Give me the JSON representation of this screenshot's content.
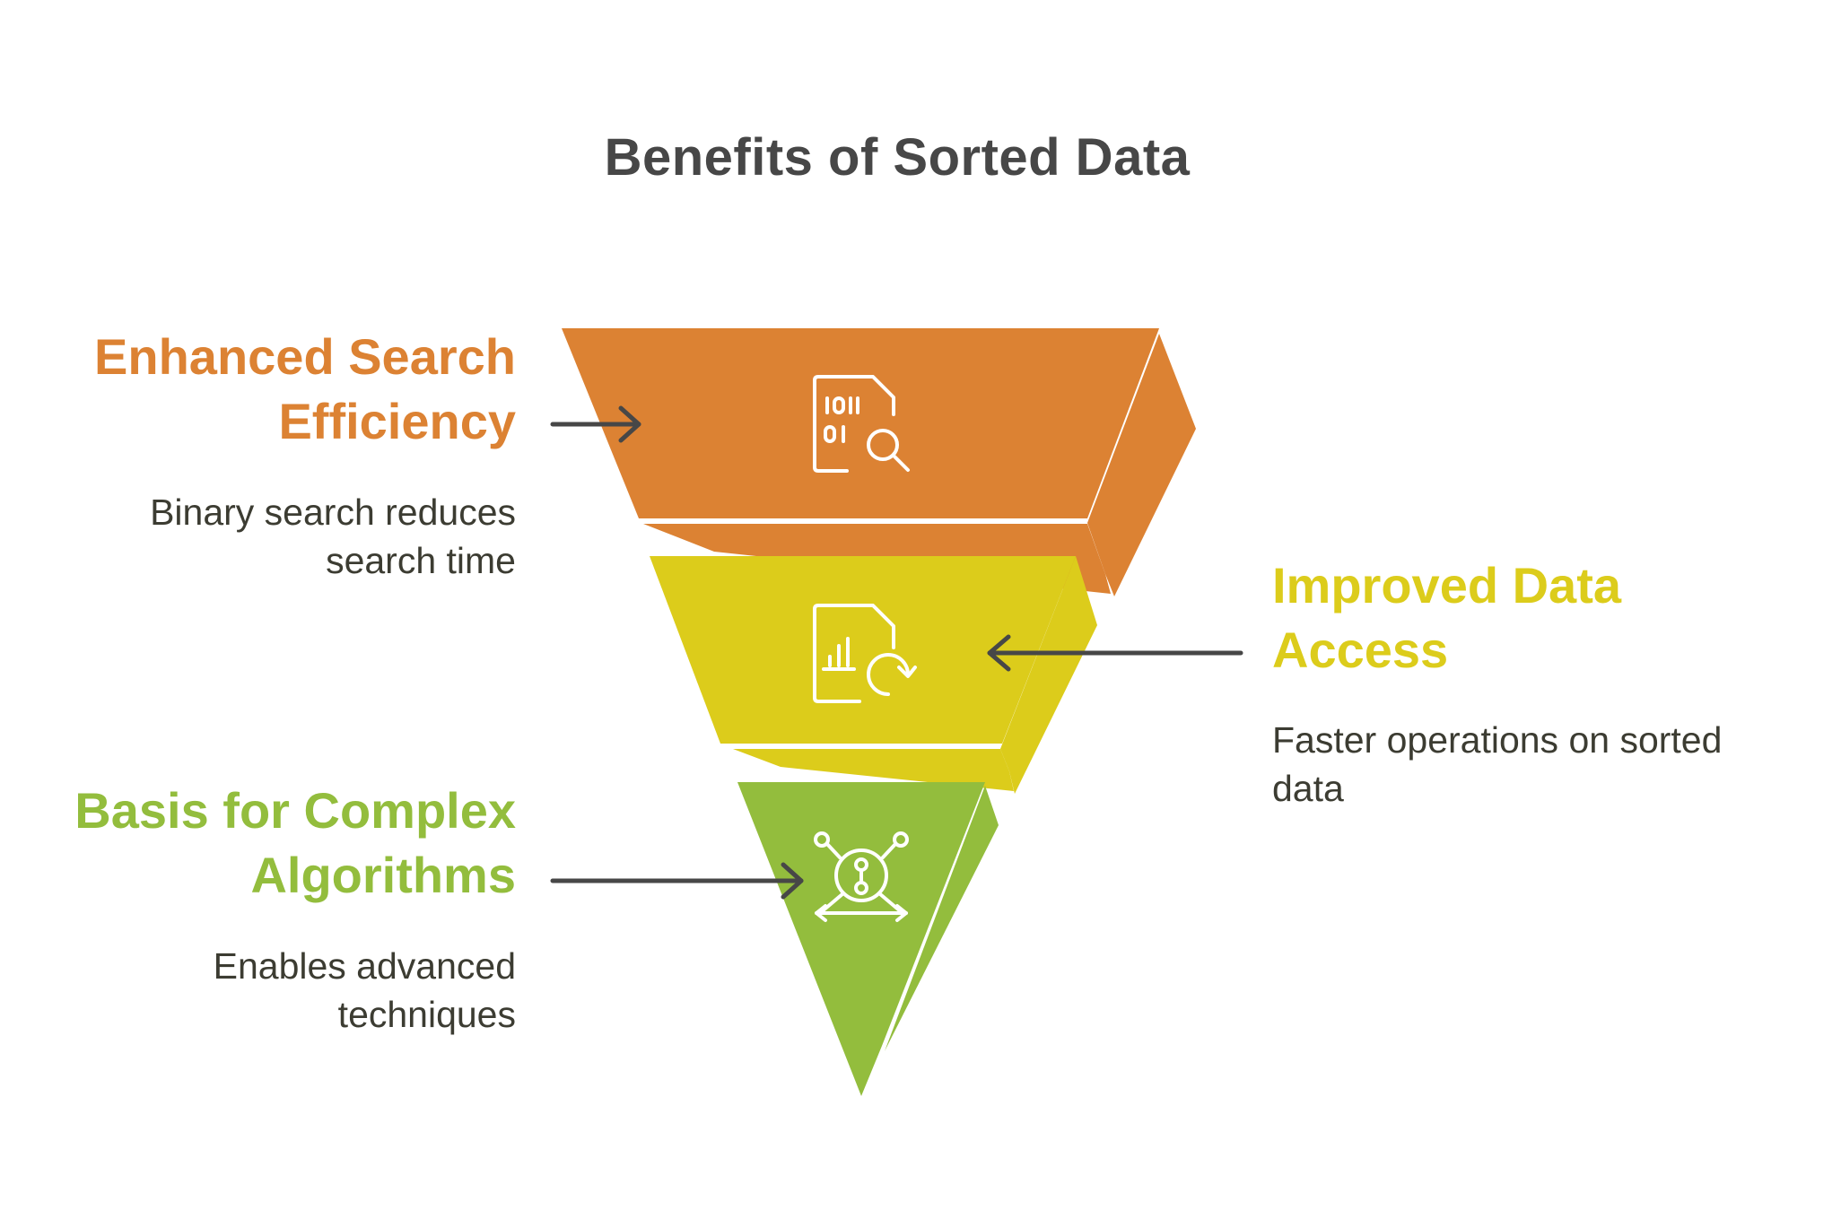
{
  "title": "Benefits of Sorted Data",
  "colors": {
    "orange": "#dc8233",
    "yellow": "#dccc1b",
    "green": "#93bd3d",
    "arrow": "#474747",
    "text": "#3c3c32"
  },
  "layers": [
    {
      "heading": "Enhanced Search\nEfficiency",
      "description": "Binary search reduces\nsearch time",
      "icon": "binary-search-document-icon",
      "color": "#dc8233"
    },
    {
      "heading": "Improved Data\nAccess",
      "description": "Faster operations on sorted\ndata",
      "icon": "chart-document-refresh-icon",
      "color": "#dccc1b"
    },
    {
      "heading": "Basis for Complex\nAlgorithms",
      "description": "Enables advanced\ntechniques",
      "icon": "algorithm-network-icon",
      "color": "#93bd3d"
    }
  ]
}
